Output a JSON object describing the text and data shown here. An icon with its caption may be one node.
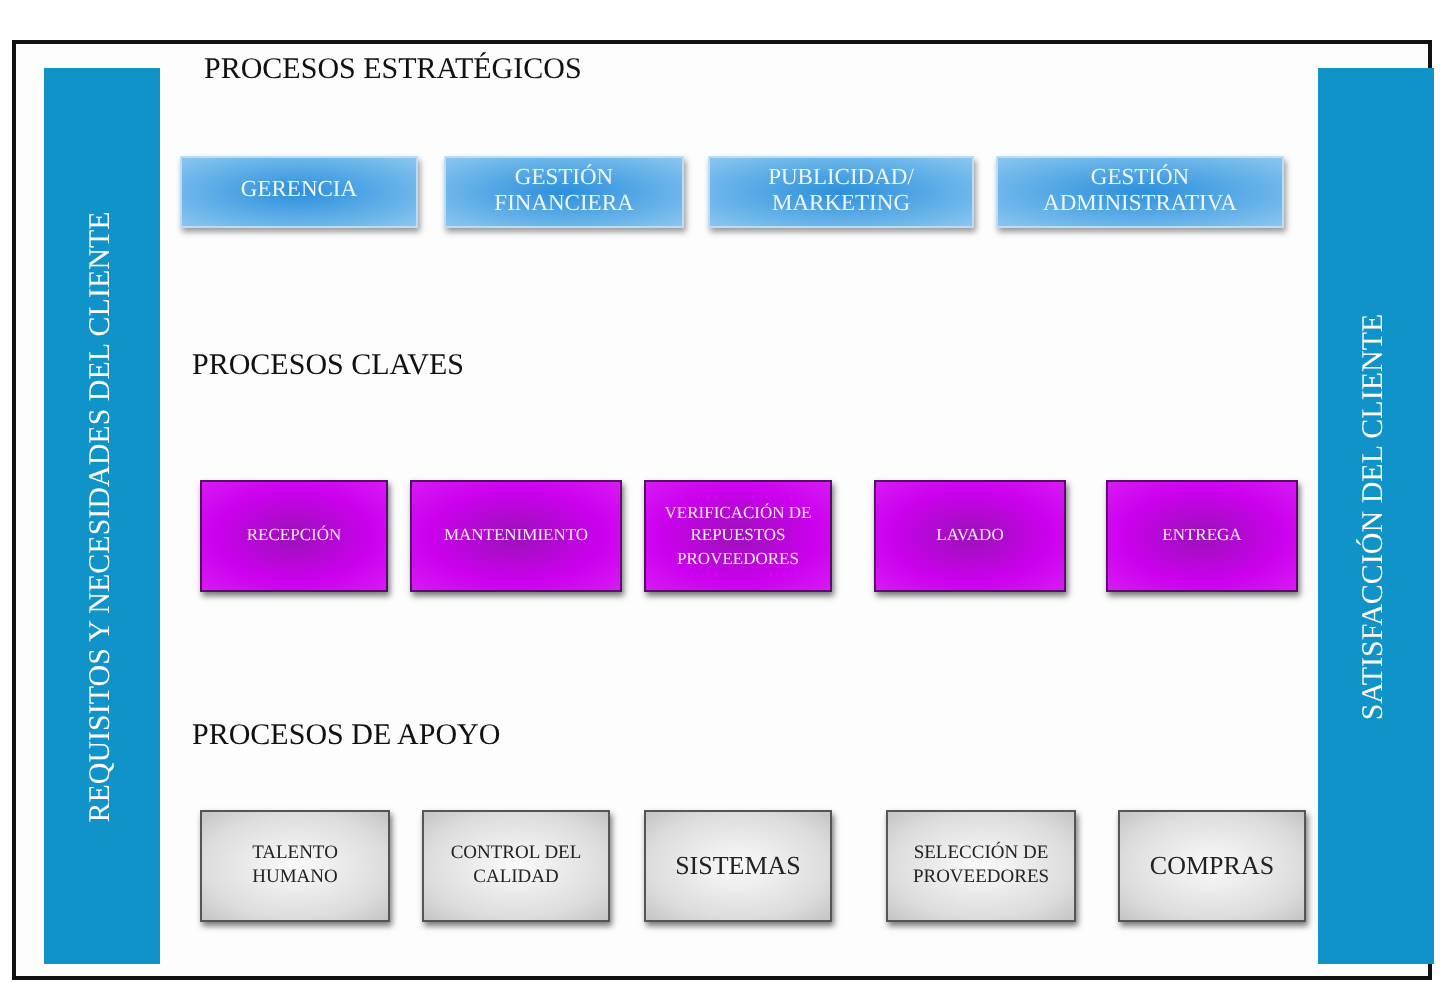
{
  "diagram": {
    "nodes": [
      {
        "text": [
          "REQUISITOS Y NECESIDADES DEL CLIENTE"
        ]
      },
      {
        "text": [
          "SATISFACCIÓN DEL CLIENTE"
        ]
      },
      {
        "text": [
          "GERENCIA"
        ]
      },
      {
        "text": [
          "GESTIÓN FINANCIERA"
        ]
      },
      {
        "text": [
          "PUBLICIDAD/ MARKETING"
        ]
      },
      {
        "text": [
          "GESTIÓN ADMINISTRATIVA"
        ]
      },
      {
        "text": [
          "RECEPCIÓN"
        ]
      },
      {
        "text": [
          "MANTENIMIENTO"
        ]
      },
      {
        "text": [
          "VERIFICACIÓN DE REPUESTOS PROVEEDORES"
        ]
      },
      {
        "text": [
          "LAVADO"
        ]
      },
      {
        "text": [
          "ENTREGA"
        ]
      },
      {
        "text": [
          "TALENTO HUMANO"
        ]
      },
      {
        "text": [
          "CONTROL DEL CALIDAD"
        ]
      },
      {
        "text": [
          "SISTEMAS"
        ]
      },
      {
        "text": [
          "SELECCIÓN DE PROVEEDORES"
        ]
      },
      {
        "text": [
          "COMPRAS"
        ]
      }
    ],
    "labels": [
      "PROCESOS ESTRATÉGICOS",
      "PROCESOS CLAVES",
      "PROCESOS DE APOYO"
    ]
  }
}
